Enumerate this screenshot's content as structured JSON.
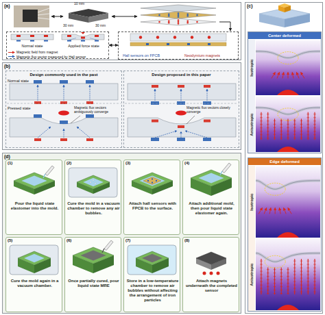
{
  "diagram": {
    "nodes": [
      {
        "text": [
          "(a)"
        ]
      },
      {
        "text": [
          "Normal state",
          "Applied force state"
        ],
        "in": 0
      },
      {
        "text": [
          "Hall sensors on FPCB",
          "Neodymium magnets"
        ],
        "in": 0
      },
      {
        "text": [
          "(b)"
        ]
      },
      {
        "text": [
          "Design commonly used in the past"
        ],
        "in": 3
      },
      {
        "text": [
          "Design proposed in this paper"
        ],
        "in": 3
      },
      {
        "text": [
          "(c)"
        ]
      },
      {
        "text": [
          "Center deformed"
        ],
        "in": 6
      },
      {
        "text": [
          "Edge deformed"
        ],
        "in": 6
      },
      {
        "text": [
          "(d)"
        ]
      },
      {
        "text": [
          "(1)",
          "Pour the liquid state elastomer into the mold."
        ],
        "in": 9
      },
      {
        "text": [
          "(2)",
          "Cure the mold in a vacuum chamber to remove any air bubbles."
        ],
        "in": 9
      },
      {
        "text": [
          "(3)",
          "Attach hall sensors with FPCB to the surface."
        ],
        "in": 9
      },
      {
        "text": [
          "(4)",
          "Attach additional mold, then pour liquid state elastomer again."
        ],
        "in": 9
      },
      {
        "text": [
          "(5)",
          "Cure the mold again in a vacuum chamber."
        ],
        "in": 9
      },
      {
        "text": [
          "(6)",
          "Once partially cured, pour liquid state MRE"
        ],
        "in": 9
      },
      {
        "text": [
          "(7)",
          "Store in a low-temperature chamber to remove air bubbles without affecting the arrangement of iron particles"
        ],
        "in": 9
      },
      {
        "text": [
          "(8)",
          "Attach magnets underneath the completed sensor"
        ],
        "in": 9
      }
    ],
    "edges": [
      {
        "from": 1,
        "to": 2,
        "arrow": "both"
      }
    ],
    "labels": [
      "10 mm",
      "30 mm",
      "30 mm",
      "Normal state",
      "Pressed state",
      "Magnetic flux vectors ambiguously converge",
      "Magnetic flux vectors closely converge",
      "Isotropic",
      "Anisotropic",
      "Isotropic",
      "Anisotropic"
    ],
    "legend": [
      {
        "text": "Magnetic field from magnet"
      },
      {
        "text": "Magnetic flux vector measured by Hall sensor"
      }
    ]
  }
}
